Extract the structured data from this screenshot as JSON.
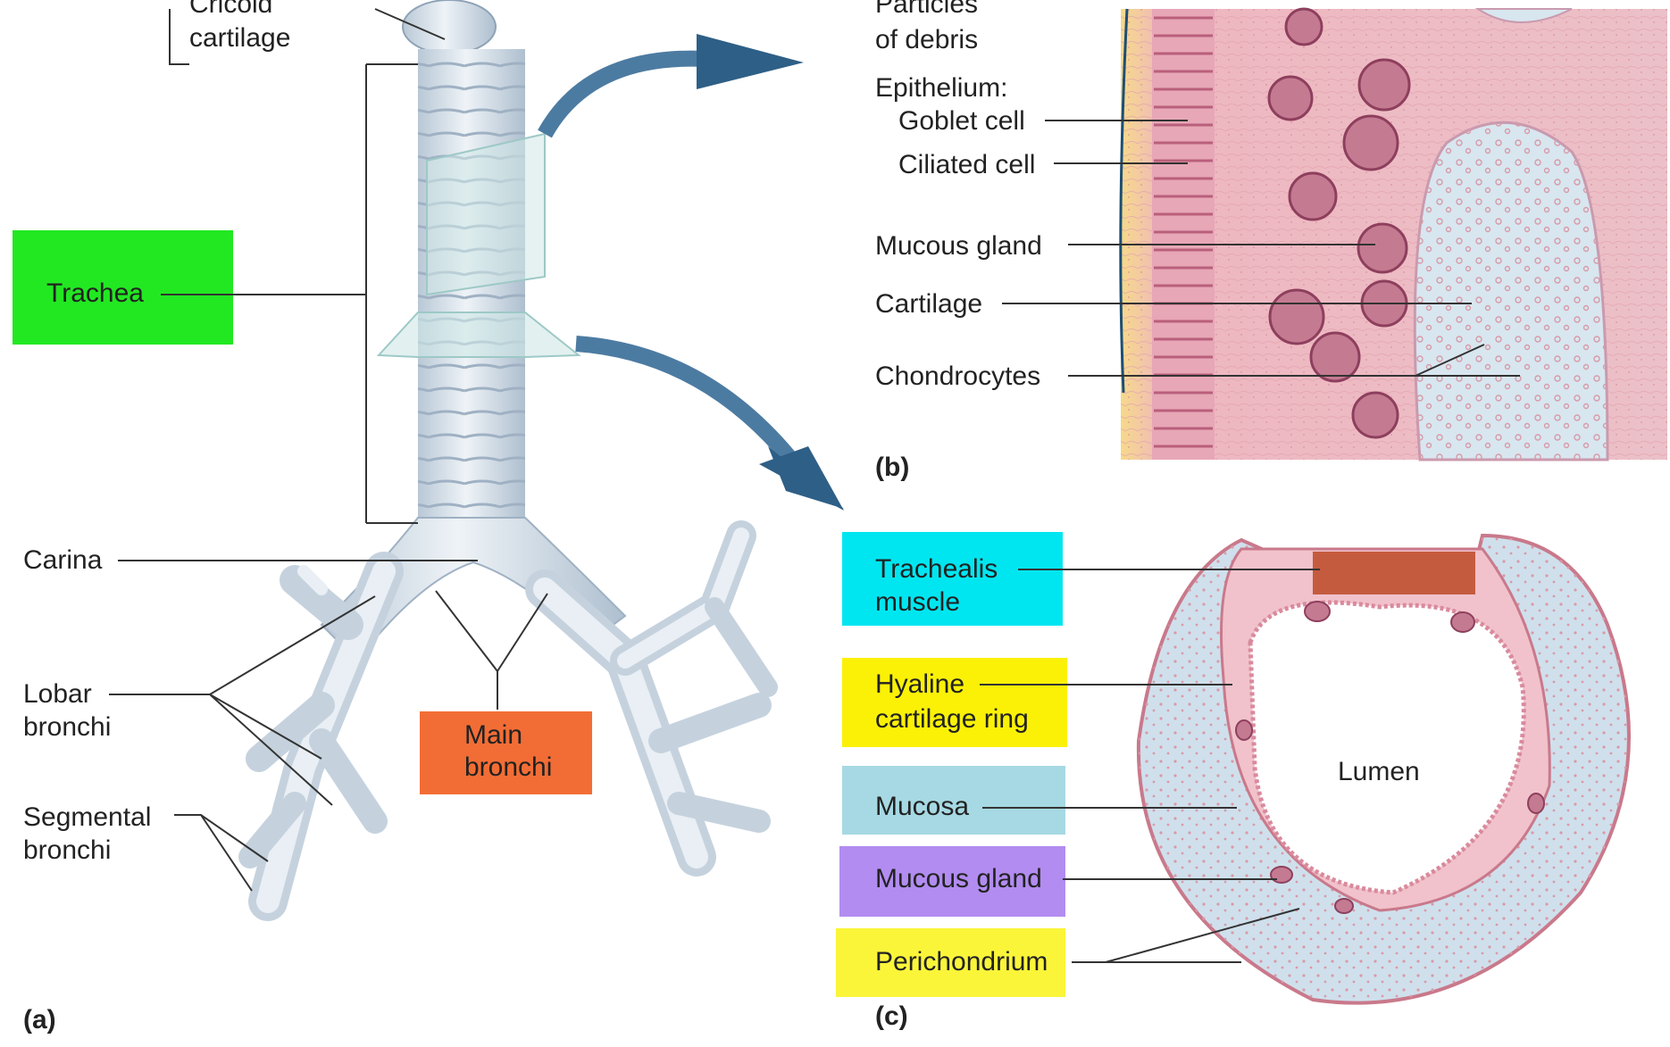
{
  "panel_a": {
    "cricoid_line1": "Cricoid",
    "cricoid_line2": "cartilage",
    "trachea": "Trachea",
    "carina": "Carina",
    "lobar_line1": "Lobar",
    "lobar_line2": "bronchi",
    "segmental_line1": "Segmental",
    "segmental_line2": "bronchi",
    "main_line1": "Main",
    "main_line2": "bronchi",
    "panel_letter": "(a)"
  },
  "panel_b": {
    "particles_line1": "Particles",
    "particles_line2": "of debris",
    "epithelium": "Epithelium:",
    "goblet": "Goblet cell",
    "ciliated": "Ciliated cell",
    "mucous_gland": "Mucous gland",
    "cartilage": "Cartilage",
    "chondrocytes": "Chondrocytes",
    "panel_letter": "(b)"
  },
  "panel_c": {
    "trachealis_line1": "Trachealis",
    "trachealis_line2": "muscle",
    "hyaline_line1": "Hyaline",
    "hyaline_line2": "cartilage ring",
    "mucosa": "Mucosa",
    "mucous_gland": "Mucous gland",
    "perichondrium": "Perichondrium",
    "lumen": "Lumen",
    "panel_letter": "(c)"
  },
  "colors": {
    "trachea_box": "#22e822",
    "main_bronchi_box": "#f26d35",
    "trachealis_box": "#00e6f0",
    "hyaline_box": "#fbf107",
    "mucosa_box": "#a6d9e3",
    "mucous_gland_box": "#b28cf0",
    "perichondrium_box": "#fbf53a",
    "arrow": "#2e5f86",
    "airway": "#dde6ee",
    "tissue_pink": "#f0c7cc",
    "cartilage_blue": "#d5e6f0"
  }
}
